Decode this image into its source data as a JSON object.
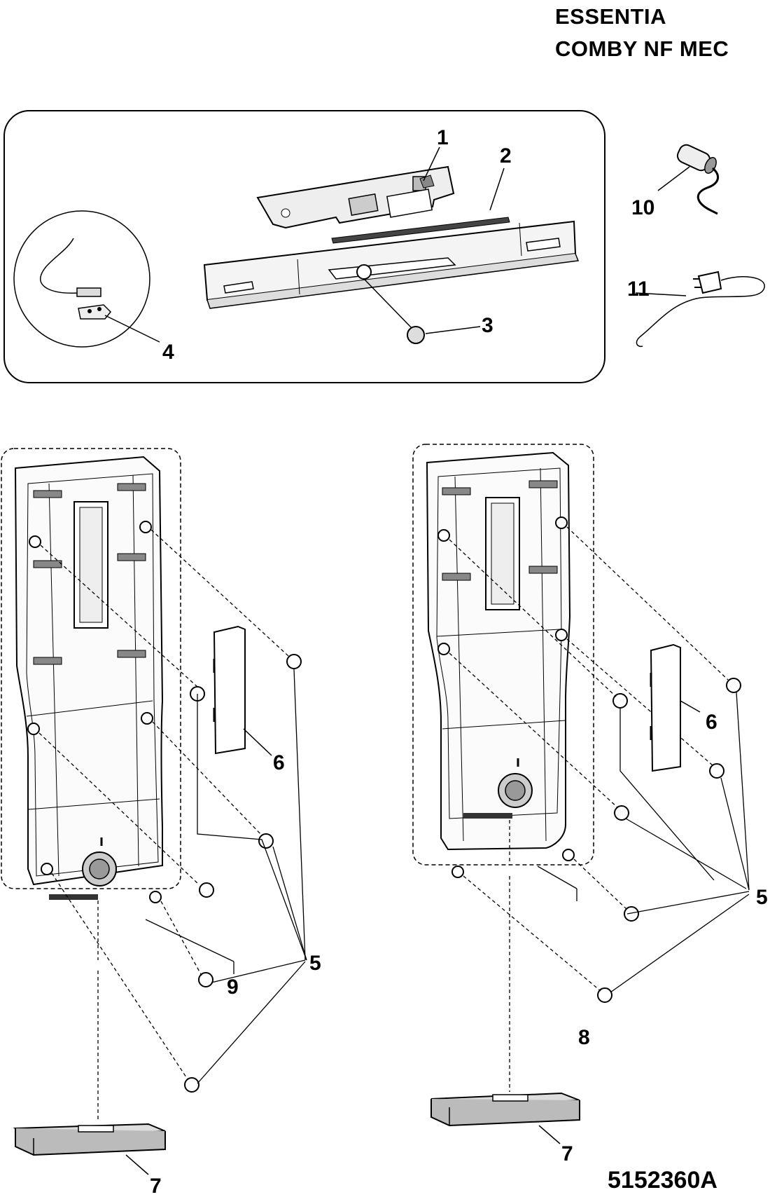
{
  "header": {
    "line1": "ESSENTIA",
    "line2": "COMBY NF MEC"
  },
  "callouts": {
    "c1": "1",
    "c2": "2",
    "c3": "3",
    "c4": "4",
    "c5_left": "5",
    "c5_right": "5",
    "c6_left": "6",
    "c6_right": "6",
    "c7_left": "7",
    "c7_right": "7",
    "c8": "8",
    "c9": "9",
    "c10": "10",
    "c11": "11"
  },
  "part_number": "5152360A",
  "icons": [
    "electronic-board-icon",
    "strip-icon",
    "panel-frame-icon",
    "screw-icon",
    "sensor-detail-icon",
    "filter-icon",
    "power-cord-icon",
    "control-panel-icon",
    "cover-plate-icon",
    "cap-icon",
    "base-plate-icon"
  ]
}
